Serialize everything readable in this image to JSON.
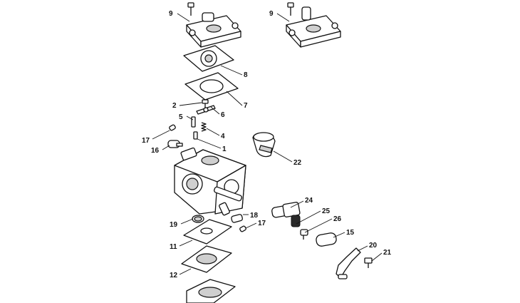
{
  "callouts": {
    "n1": "1",
    "n2": "2",
    "n4": "4",
    "n5": "5",
    "n6": "6",
    "n7": "7",
    "n8": "8",
    "n9a": "9",
    "n9b": "9",
    "n11": "11",
    "n12": "12",
    "n15": "15",
    "n16": "16",
    "n17a": "17",
    "n17b": "17",
    "n18": "18",
    "n19": "19",
    "n20": "20",
    "n21": "21",
    "n22": "22",
    "n24": "24",
    "n25": "25",
    "n26": "26"
  },
  "colors": {
    "line": "#111111",
    "fill": "#ffffff",
    "shade": "#cfcfcf"
  }
}
